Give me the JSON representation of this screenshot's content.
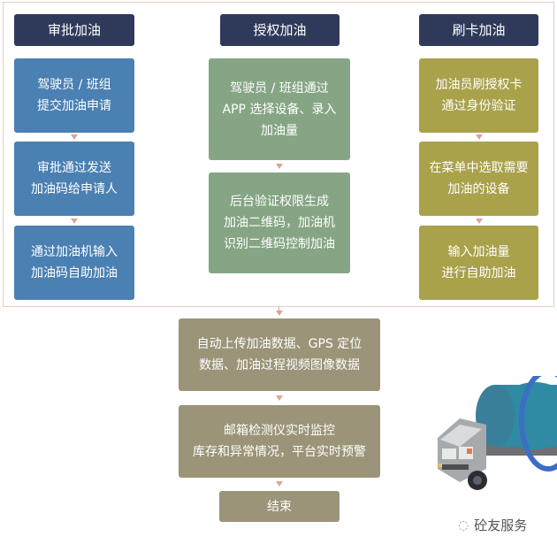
{
  "columns": [
    {
      "title": "审批加油",
      "steps": [
        "驾驶员 / 班组\n提交加油申请",
        "审批通过发送\n加油码给申请人",
        "通过加油机输入\n加油码自助加油"
      ]
    },
    {
      "title": "授权加油",
      "steps": [
        "驾驶员 / 班组通过\nAPP 选择设备、录入\n加油量",
        "后台验证权限生成\n加油二维码，加油机\n识别二维码控制加油"
      ]
    },
    {
      "title": "刷卡加油",
      "steps": [
        "加油员刷授权卡\n通过身份验证",
        "在菜单中选取需要\n加油的设备",
        "输入加油量\n进行自助加油"
      ]
    }
  ],
  "common_steps": [
    "自动上传加油数据、GPS 定位\n数据、加油过程视频图像数据",
    "邮箱检测仪实时监控\n库存和异常情况，平台实时预警",
    "结束"
  ],
  "watermark": "砼友服务",
  "colors": {
    "header": "#2f3a5b",
    "blue": "#4b80b2",
    "green": "#86a584",
    "olive": "#a9a24b",
    "khaki": "#9b9478"
  }
}
